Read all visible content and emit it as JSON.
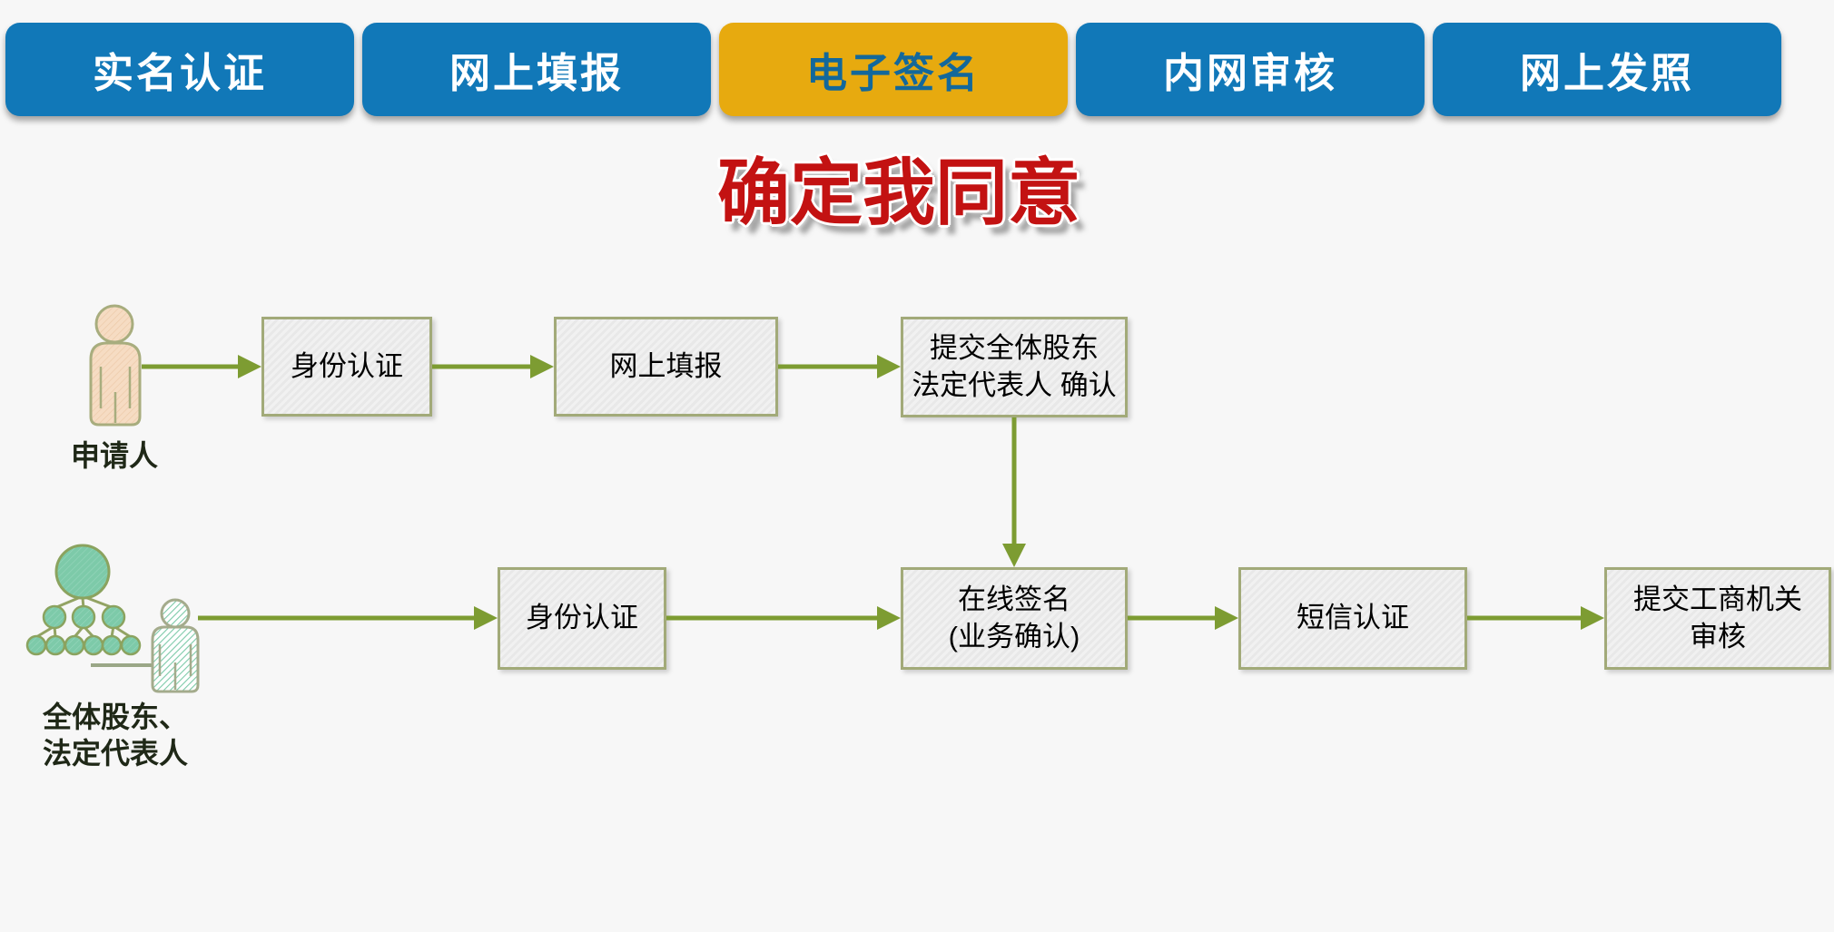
{
  "tabs": {
    "items": [
      {
        "label": "实名认证",
        "active": false
      },
      {
        "label": "网上填报",
        "active": false
      },
      {
        "label": "电子签名",
        "active": true
      },
      {
        "label": "内网审核",
        "active": false
      },
      {
        "label": "网上发照",
        "active": false
      }
    ],
    "colors": {
      "inactive_bg": "#1178b8",
      "active_bg": "#e7aa0f",
      "inactive_text": "#ffffff",
      "active_text": "#13689b"
    }
  },
  "banner": {
    "title": "确定我同意",
    "color": "#c31212"
  },
  "flow": {
    "actors": [
      {
        "name": "申请人",
        "icon": "single-person-icon"
      },
      {
        "name": "全体股东、\n法定代表人",
        "icon": "shareholders-group-icon"
      }
    ],
    "row1": {
      "boxes": [
        {
          "label": "身份认证"
        },
        {
          "label": "网上填报"
        },
        {
          "label": "提交全体股东\n法定代表人 确认"
        }
      ]
    },
    "row2": {
      "boxes": [
        {
          "label": "身份认证"
        },
        {
          "label": "在线签名\n(业务确认)"
        },
        {
          "label": "短信认证"
        },
        {
          "label": "提交工商机关\n审核"
        }
      ]
    },
    "arrow_color": "#7d9c32",
    "box_border_color": "#a2aa79"
  }
}
